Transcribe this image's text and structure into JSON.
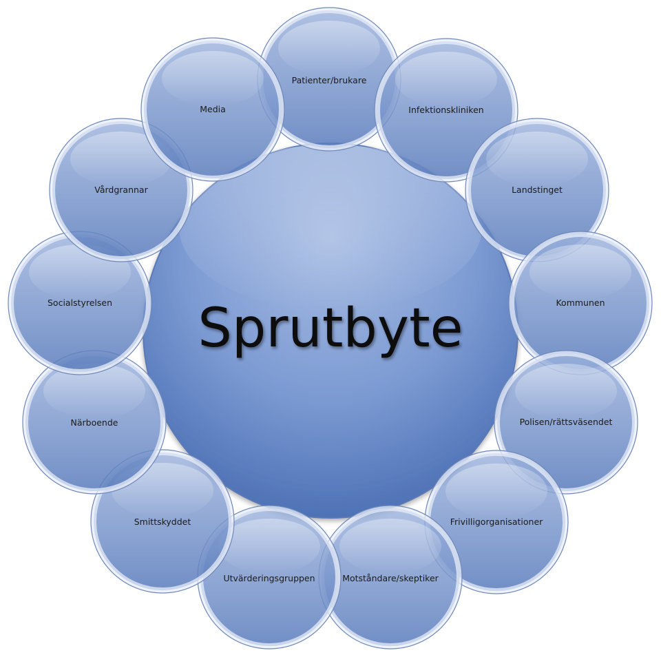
{
  "diagram": {
    "type": "radial-cycle",
    "center": {
      "label": "Sprutbyte"
    },
    "nodes": [
      {
        "id": "node-patienter-brukare",
        "label": "Patienter/brukare"
      },
      {
        "id": "node-infektionskliniken",
        "label": "Infektionskliniken"
      },
      {
        "id": "node-landstinget",
        "label": "Landstinget"
      },
      {
        "id": "node-kommunen",
        "label": "Kommunen"
      },
      {
        "id": "node-polisen-rattsvasendet",
        "label": "Polisen/rättsväsendet"
      },
      {
        "id": "node-frivilligorganisationer",
        "label": "Frivilligorganisationer"
      },
      {
        "id": "node-motstandare-skeptiker",
        "label": "Motståndare/skeptiker"
      },
      {
        "id": "node-utvarderingsgruppen",
        "label": "Utvärderingsgruppen"
      },
      {
        "id": "node-smittskyddet",
        "label": "Smittskyddet"
      },
      {
        "id": "node-narboende",
        "label": "Närboende"
      },
      {
        "id": "node-socialstyrelsen",
        "label": "Socialstyrelsen"
      },
      {
        "id": "node-vardgrannar",
        "label": "Vårdgrannar"
      },
      {
        "id": "node-media",
        "label": "Media"
      }
    ],
    "colors": {
      "fill_light": "#a9bde0",
      "fill_mid": "#7f9bd0",
      "fill_dark": "#4f73b8",
      "rim": "#e8eef8",
      "edge": "#6f88b8",
      "text": "#111111"
    }
  }
}
